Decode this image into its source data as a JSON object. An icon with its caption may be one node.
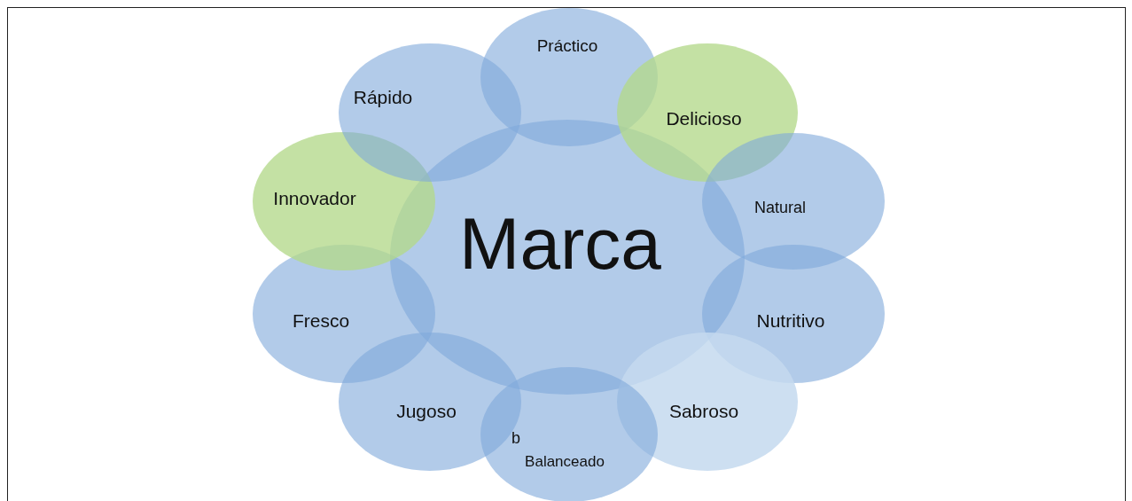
{
  "diagram": {
    "nodes": [
      {
        "text": [
          "Marca"
        ]
      },
      {
        "text": [
          "Práctico"
        ]
      },
      {
        "text": [
          "Delicioso"
        ]
      },
      {
        "text": [
          "Natural"
        ]
      },
      {
        "text": [
          "Nutritivo"
        ]
      },
      {
        "text": [
          "Sabroso"
        ]
      },
      {
        "text": [
          "b",
          "Balanceado"
        ]
      },
      {
        "text": [
          "Jugoso"
        ]
      },
      {
        "text": [
          "Fresco"
        ]
      },
      {
        "text": [
          "Innovador"
        ]
      },
      {
        "text": [
          "Rápido"
        ]
      }
    ],
    "edges": []
  }
}
